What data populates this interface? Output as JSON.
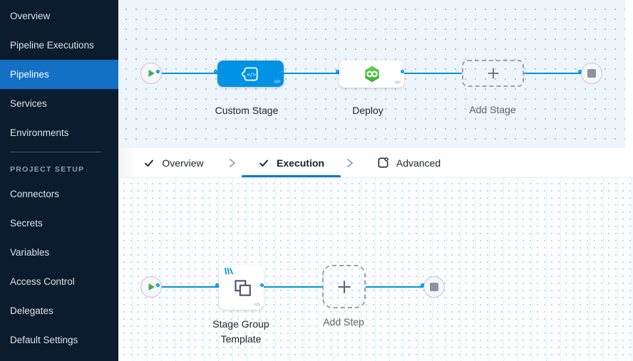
{
  "sidebar": {
    "items": [
      {
        "label": "Overview"
      },
      {
        "label": "Pipeline Executions"
      },
      {
        "label": "Pipelines"
      },
      {
        "label": "Services"
      },
      {
        "label": "Environments"
      }
    ],
    "active_item": "Pipelines",
    "section_title": "PROJECT SETUP",
    "setup_items": [
      {
        "label": "Connectors"
      },
      {
        "label": "Secrets"
      },
      {
        "label": "Variables"
      },
      {
        "label": "Access Control"
      },
      {
        "label": "Delegates"
      },
      {
        "label": "Default Settings"
      }
    ]
  },
  "tabs": {
    "overview": {
      "label": "Overview"
    },
    "execution": {
      "label": "Execution"
    },
    "advanced": {
      "label": "Advanced"
    },
    "active": "Execution"
  },
  "stage_graph": {
    "custom_stage": {
      "label": "Custom Stage"
    },
    "deploy": {
      "label": "Deploy"
    },
    "add_stage": {
      "label": "Add Stage"
    },
    "code_badge": "</>"
  },
  "execution_graph": {
    "stage_group_template": {
      "label": "Stage Group Template"
    },
    "add_step": {
      "label": "Add Step"
    },
    "code_badge": "</>"
  },
  "colors": {
    "accent_blue": "#0092e4",
    "sidebar_bg": "#0b1c2e",
    "sidebar_active_bg": "#1470c4",
    "tab_underline": "#0278d5",
    "deploy_green": "#42b83a"
  }
}
